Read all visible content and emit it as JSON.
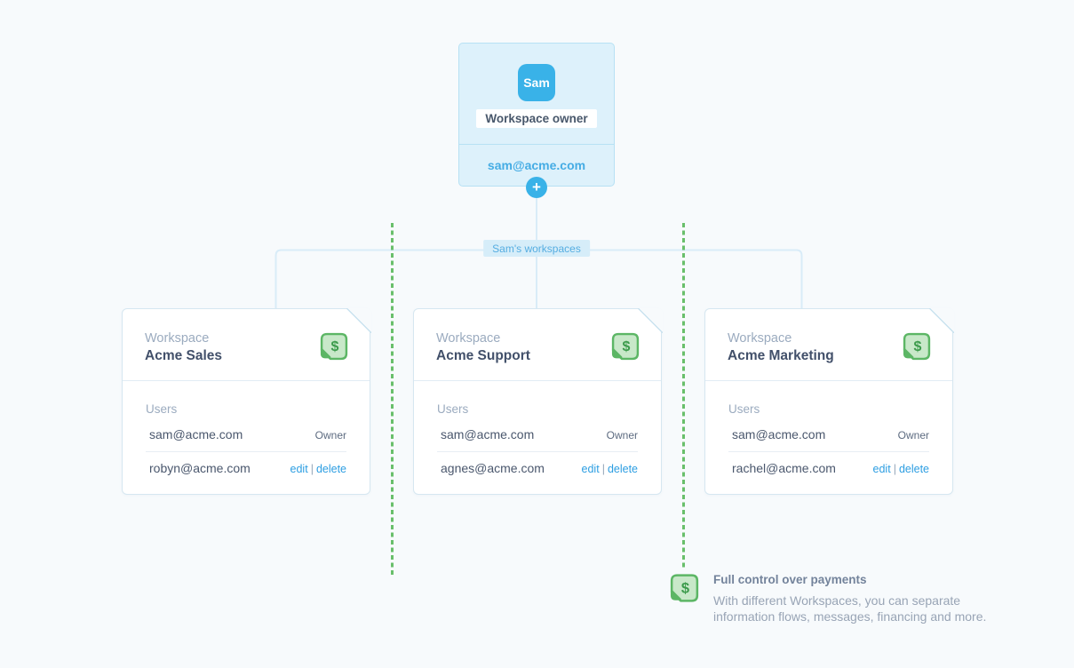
{
  "colors": {
    "page_background": "#f7fafc",
    "accent_blue": "#39b2e8",
    "owner_card_bg": "#ddf1fb",
    "owner_card_border": "#b7e1f4",
    "link_blue": "#2d9ee2",
    "connector_blue": "#d9ecf8",
    "dashed_green": "#69bf6b",
    "tag_green_border": "#5cb665",
    "tag_green_fill": "#c8e8c9"
  },
  "owner": {
    "avatar": "Sam",
    "role": "Workspace owner",
    "email": "sam@acme.com"
  },
  "group_label": "Sam's workspaces",
  "icons": {
    "plus": "+",
    "dollar": "$"
  },
  "actions": {
    "edit": "edit",
    "separator": "|",
    "delete": "delete"
  },
  "workspaces": [
    {
      "workspace_label": "Workspace",
      "name": "Acme Sales",
      "users_label": "Users",
      "users": [
        {
          "email": "sam@acme.com",
          "role": "Owner"
        },
        {
          "email": "robyn@acme.com"
        }
      ]
    },
    {
      "workspace_label": "Workspace",
      "name": "Acme Support",
      "users_label": "Users",
      "users": [
        {
          "email": "sam@acme.com",
          "role": "Owner"
        },
        {
          "email": "agnes@acme.com"
        }
      ]
    },
    {
      "workspace_label": "Workspace",
      "name": "Acme Marketing",
      "users_label": "Users",
      "users": [
        {
          "email": "sam@acme.com",
          "role": "Owner"
        },
        {
          "email": "rachel@acme.com"
        }
      ]
    }
  ],
  "note": {
    "title": "Full control over payments",
    "description": "With different Workspaces, you can separate information flows, messages, financing and more."
  }
}
